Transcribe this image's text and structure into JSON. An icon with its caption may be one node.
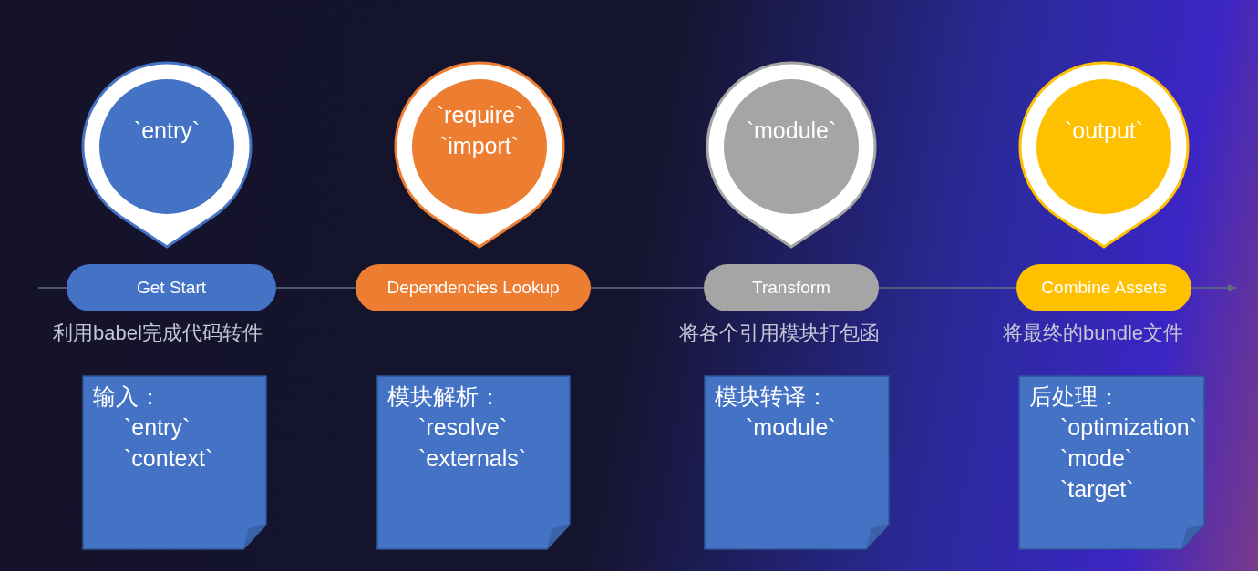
{
  "diagram": {
    "nodes": [
      {
        "text": [
          "`entry`"
        ]
      },
      {
        "text": [
          "`require`",
          "`import`"
        ]
      },
      {
        "text": [
          "`module`"
        ]
      },
      {
        "text": [
          "`output`"
        ]
      },
      {
        "text": [
          "Get Start"
        ]
      },
      {
        "text": [
          "Dependencies Lookup"
        ]
      },
      {
        "text": [
          "Transform"
        ]
      },
      {
        "text": [
          "Combine Assets"
        ]
      },
      {
        "text": [
          "输入：",
          "`entry`",
          "`context`"
        ]
      },
      {
        "text": [
          "模块解析：",
          "`resolve`",
          "`externals`"
        ]
      },
      {
        "text": [
          "模块转译：",
          "`module`"
        ]
      },
      {
        "text": [
          "后处理：",
          "`optimization`",
          "`mode`",
          "`target`"
        ]
      }
    ],
    "edges": [
      {
        "from": null,
        "to": 4,
        "arrow": "none"
      },
      {
        "from": 4,
        "to": 5,
        "arrow": "none"
      },
      {
        "from": 5,
        "to": 6,
        "arrow": "none"
      },
      {
        "from": 6,
        "to": 7,
        "arrow": "none"
      },
      {
        "from": 7,
        "to": null,
        "arrow": "to"
      }
    ],
    "labels": [
      "利用babel完成代码转件",
      "将各个引用模块打包函",
      "将最终的bundle文件"
    ]
  }
}
